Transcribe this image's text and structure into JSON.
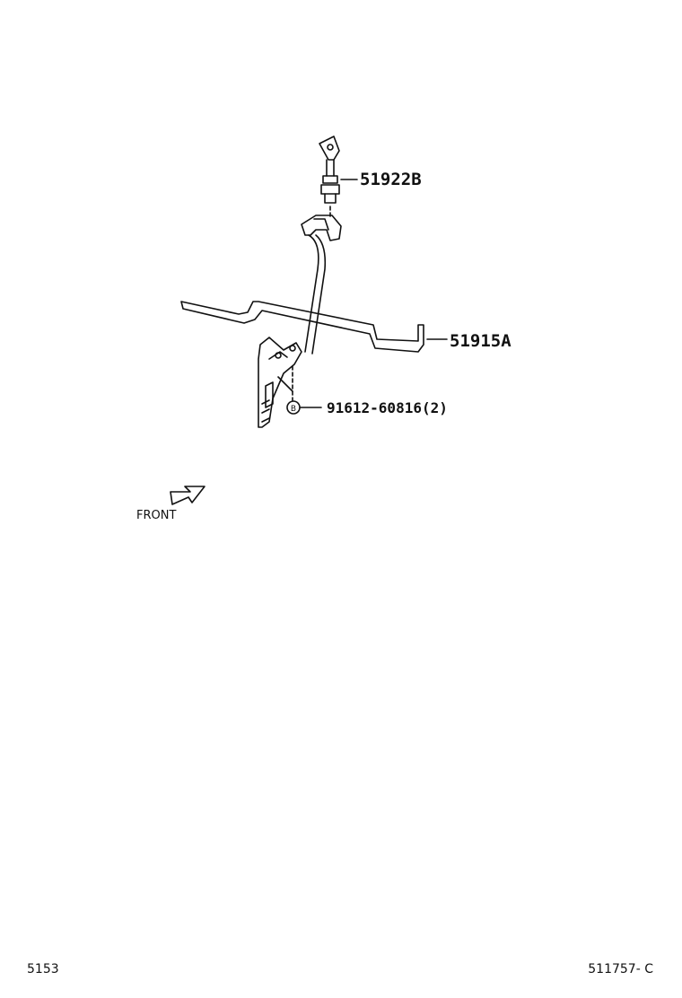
{
  "diagram": {
    "callouts": {
      "part_51922": "51922B",
      "part_51915": "51915A",
      "part_bolt": "91612-60816(2)",
      "bolt_marker": "B"
    },
    "front_label": "FRONT"
  },
  "footer": {
    "page_number": "5153",
    "diagram_code": "511757- C"
  }
}
